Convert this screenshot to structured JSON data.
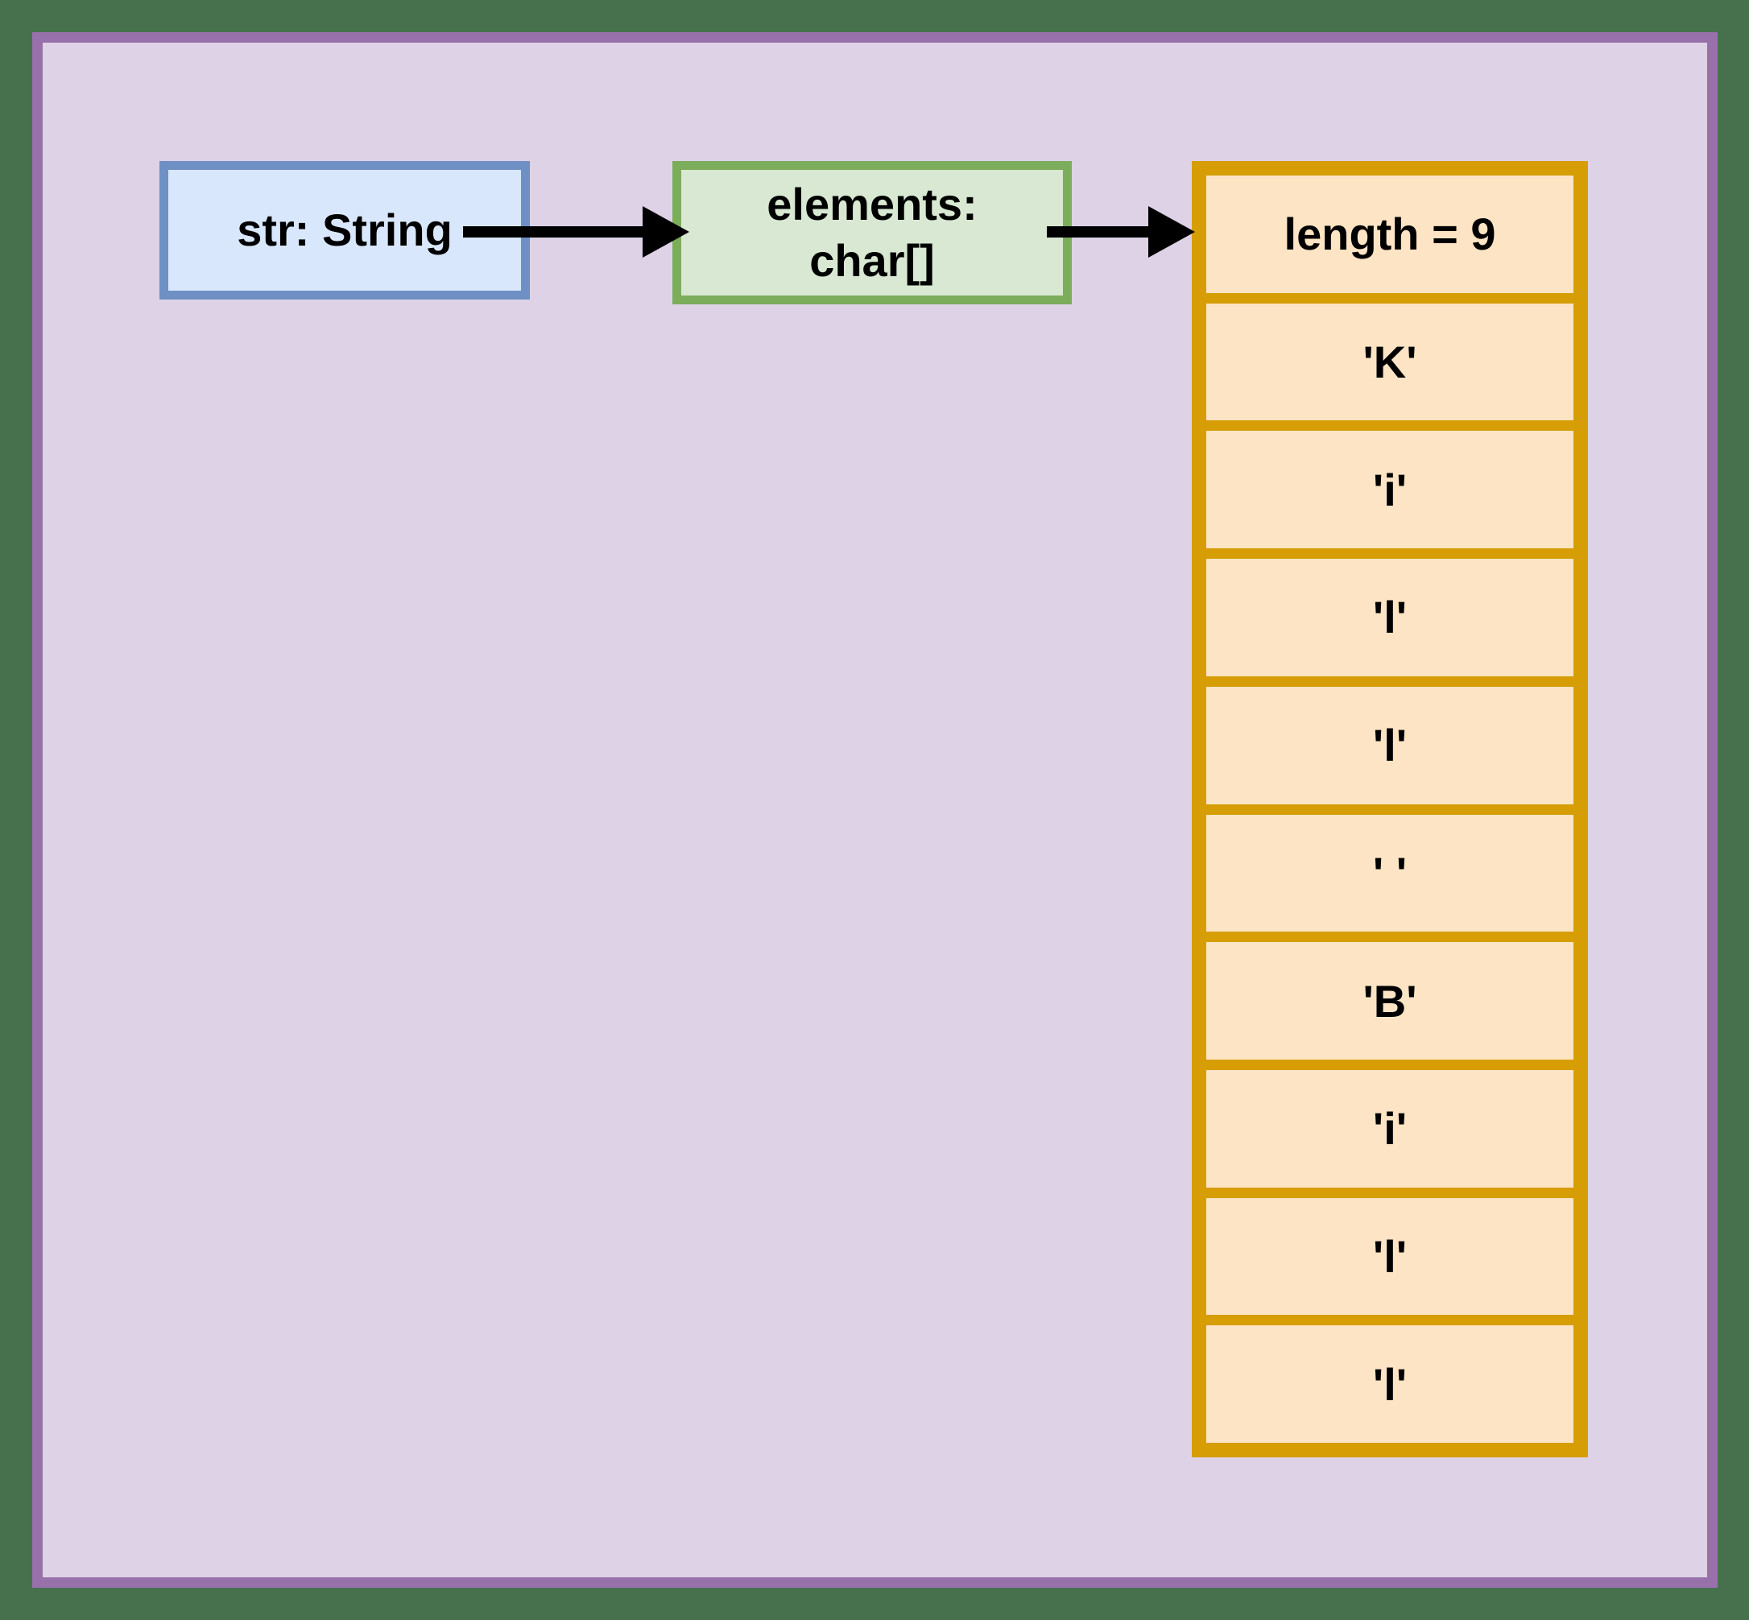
{
  "str_box": {
    "label": "str: String"
  },
  "elements_box": {
    "line1": "elements:",
    "line2": "char[]"
  },
  "array": {
    "header": "length = 9",
    "cells": [
      "'K'",
      "'i'",
      "'l'",
      "'l'",
      "' '",
      "'B'",
      "'i'",
      "'l'",
      "'l'"
    ]
  },
  "colors": {
    "outer_background": "#47714d",
    "panel_border": "#9871ab",
    "panel_fill": "#ddd2e6",
    "str_box_border": "#6e90c4",
    "str_box_fill": "#d9e7fc",
    "elements_box_border": "#7cad5b",
    "elements_box_fill": "#d8e8d2",
    "array_border": "#d69d04",
    "array_cell_fill": "#fce4c4",
    "arrow": "#000000",
    "text": "#000000"
  }
}
